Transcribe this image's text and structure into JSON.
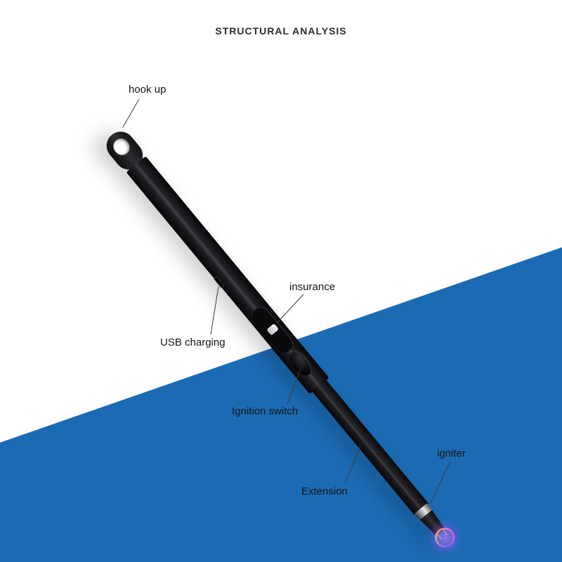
{
  "title": "STRUCTURAL ANALYSIS",
  "labels": {
    "hook_up": "hook up",
    "usb_charging": "USB charging",
    "insurance": "insurance",
    "ignition_switch": "Ignition switch",
    "extension": "Extension",
    "igniter": "igniter"
  },
  "colors": {
    "background": "#ffffff",
    "accent_blue": "#1b6bb4",
    "leader_line": "#3d3d3d",
    "label_text": "#161616",
    "lighter_body": "#151518",
    "safety_button": "#e9e9ee",
    "arc_glow": "#e070ff"
  }
}
